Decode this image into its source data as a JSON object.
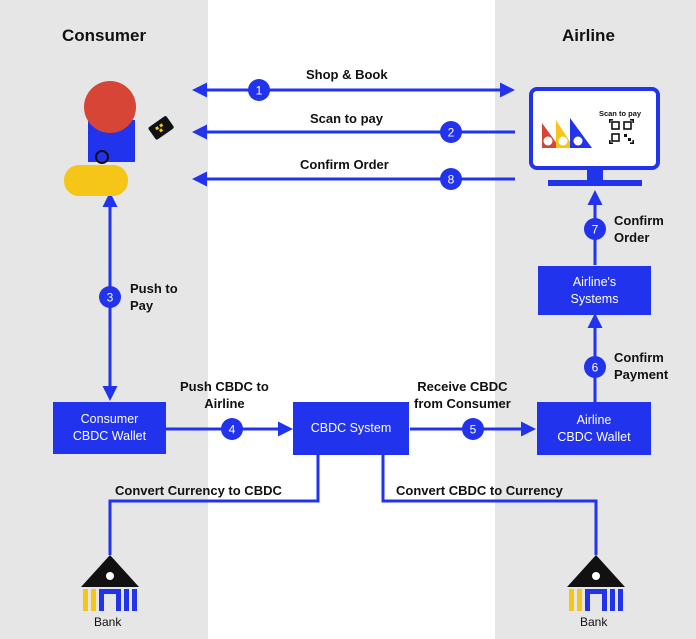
{
  "lanes": {
    "consumer": "Consumer",
    "airline": "Airline"
  },
  "steps": [
    {
      "num": "1",
      "label": "Shop & Book"
    },
    {
      "num": "2",
      "label": "Scan to pay"
    },
    {
      "num": "8",
      "label": "Confirm Order"
    },
    {
      "num": "3",
      "label_line1": "Push to",
      "label_line2": "Pay"
    },
    {
      "num": "7",
      "label_line1": "Confirm",
      "label_line2": "Order"
    },
    {
      "num": "6",
      "label_line1": "Confirm",
      "label_line2": "Payment"
    },
    {
      "num": "4",
      "label_line1": "Push CBDC to",
      "label_line2": "Airline"
    },
    {
      "num": "5",
      "label_line1": "Receive CBDC",
      "label_line2": "from Consumer"
    }
  ],
  "boxes": {
    "consumer_wallet_1": "Consumer",
    "consumer_wallet_2": "CBDC Wallet",
    "cbdc_system": "CBDC System",
    "airline_wallet_1": "Airline",
    "airline_wallet_2": "CBDC Wallet",
    "airline_systems_1": "Airline's",
    "airline_systems_2": "Systems"
  },
  "conversions": {
    "left": "Convert Currency to CBDC",
    "right": "Convert CBDC to Currency"
  },
  "screen": {
    "scan_text": "Scan to pay"
  },
  "banks": {
    "left": "Bank",
    "right": "Bank"
  },
  "colors": {
    "flow_blue": "#2233ee",
    "lane_gray": "#e6e6e6",
    "red": "#d64535",
    "yellow": "#f5c518"
  }
}
